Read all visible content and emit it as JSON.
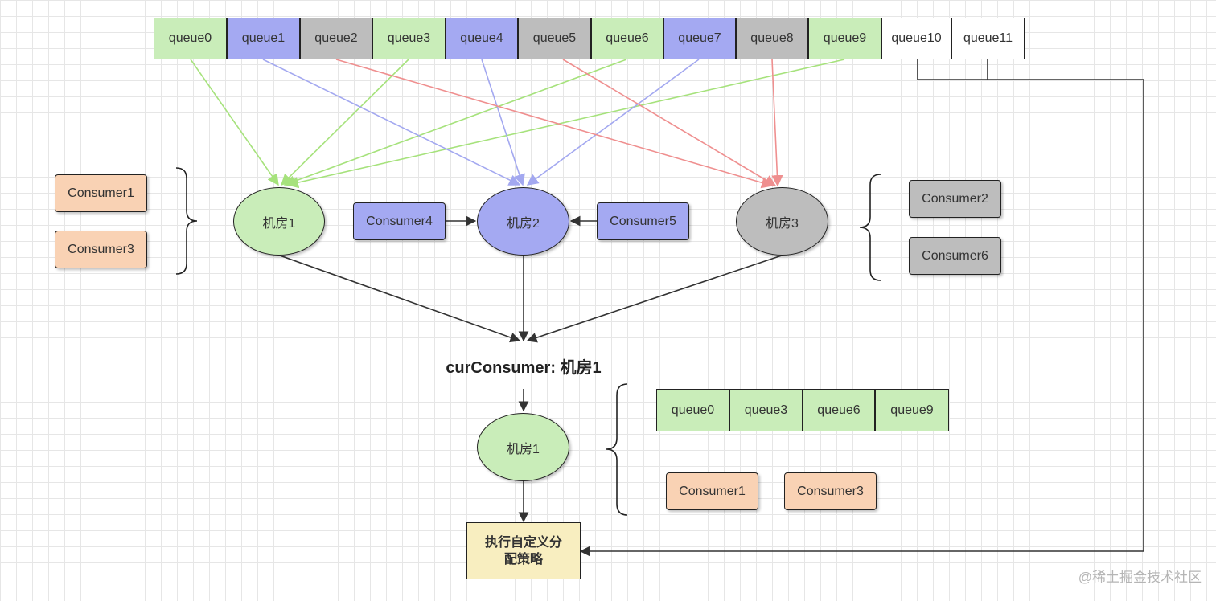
{
  "colors": {
    "green": "#c9edb9",
    "blue": "#a4a9f2",
    "gray": "#bdbdbd",
    "orange": "#f9d2b4",
    "yellow": "#f8eec0",
    "green_line": "#a6e27c",
    "blue_line": "#a3a8f0",
    "red_line": "#ef8f8f",
    "black_line": "#333333"
  },
  "queues_top": [
    {
      "label": "queue0",
      "color": "green"
    },
    {
      "label": "queue1",
      "color": "blue"
    },
    {
      "label": "queue2",
      "color": "gray"
    },
    {
      "label": "queue3",
      "color": "green"
    },
    {
      "label": "queue4",
      "color": "blue"
    },
    {
      "label": "queue5",
      "color": "gray"
    },
    {
      "label": "queue6",
      "color": "green"
    },
    {
      "label": "queue7",
      "color": "blue"
    },
    {
      "label": "queue8",
      "color": "gray"
    },
    {
      "label": "queue9",
      "color": "green"
    },
    {
      "label": "queue10",
      "color": "white"
    },
    {
      "label": "queue11",
      "color": "white"
    }
  ],
  "rooms": {
    "room1": "机房1",
    "room2": "机房2",
    "room3": "机房3"
  },
  "consumers": {
    "c1": "Consumer1",
    "c3": "Consumer3",
    "c4": "Consumer4",
    "c5": "Consumer5",
    "c2": "Consumer2",
    "c6": "Consumer6"
  },
  "current_consumer_label": "curConsumer: 机房1",
  "selected_room": "机房1",
  "selected_queues": [
    "queue0",
    "queue3",
    "queue6",
    "queue9"
  ],
  "selected_consumers": [
    "Consumer1",
    "Consumer3"
  ],
  "custom_strategy": "执行自定义分\n配策略",
  "watermark": "@稀土掘金技术社区"
}
